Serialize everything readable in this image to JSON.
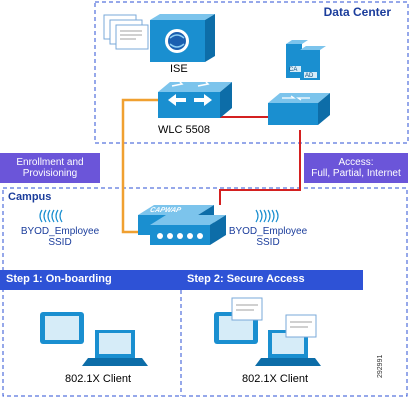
{
  "data_center": {
    "title": "Data Center"
  },
  "ise": {
    "label": "ISE"
  },
  "wlc": {
    "label": "WLC 5508"
  },
  "ad": {
    "ca_label": "CA",
    "ad_label": "AD"
  },
  "callouts": {
    "enrollment": {
      "line1": "Enrollment and",
      "line2": "Provisioning"
    },
    "access": {
      "line1": "Access:",
      "line2": "Full, Partial, Internet"
    }
  },
  "campus": {
    "title": "Campus",
    "ssid_left": {
      "line1": "BYOD_Employee",
      "line2": "SSID"
    },
    "ssid_right": {
      "line1": "BYOD_Employee",
      "line2": "SSID"
    },
    "ap_label": "CAPWAP"
  },
  "steps": [
    {
      "label": "Step 1: On-boarding",
      "client_label": "802.1X Client"
    },
    {
      "label": "Step 2: Secure Access",
      "client_label": "802.1X Client"
    }
  ],
  "figure_id": "292991",
  "colors": {
    "device_blue": "#1a8fd0",
    "box_border": "#2e52d6",
    "step_bar": "#2e52d6",
    "callout": "#6b55d9",
    "link_orange": "#f0a030",
    "link_red": "#d42020"
  }
}
